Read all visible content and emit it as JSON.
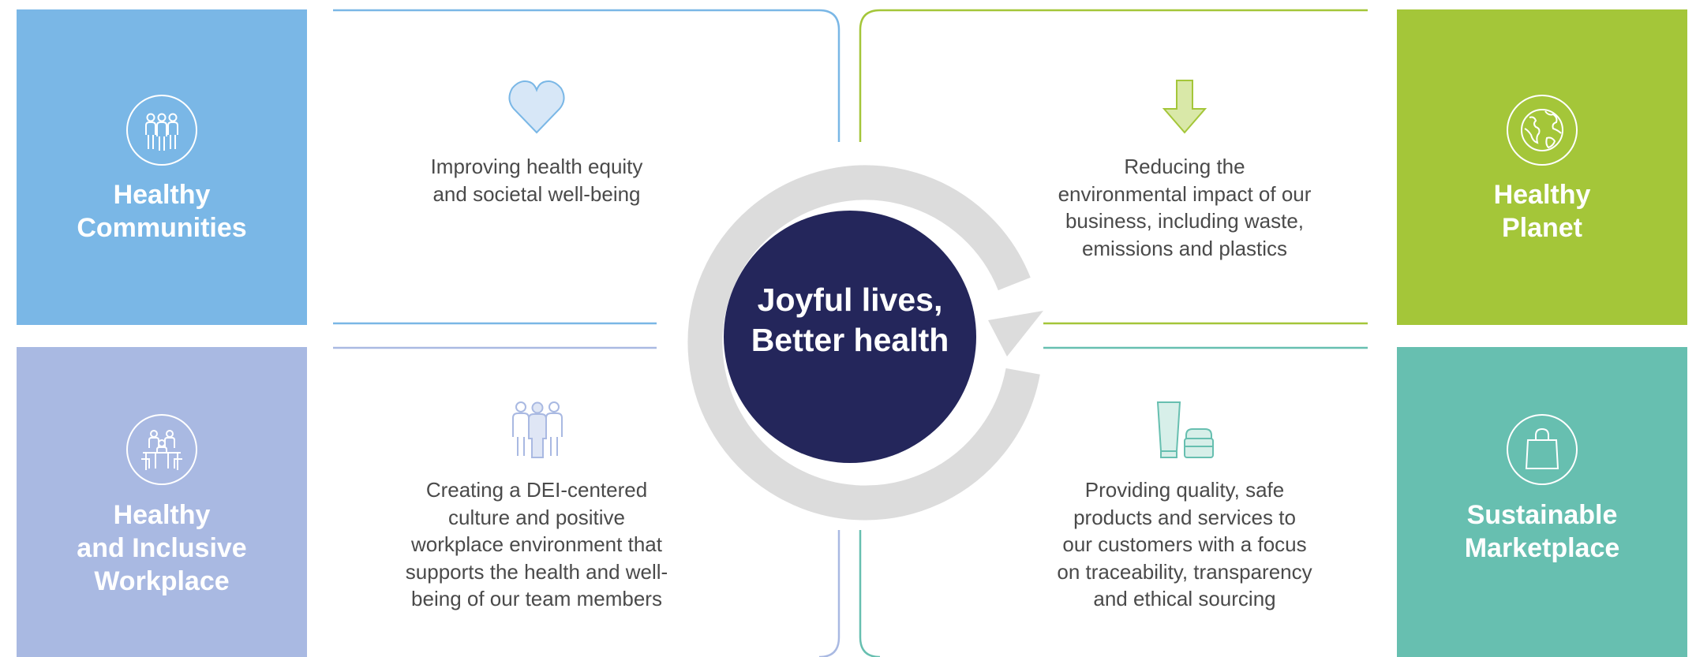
{
  "colors": {
    "communities": "#7ab7e6",
    "workplace": "#a9b9e2",
    "planet": "#a4c639",
    "marketplace": "#67bfb0",
    "center": "#24265b",
    "arrow": "#dcdcdc"
  },
  "center": {
    "line1": "Joyful lives,",
    "line2": "Better health"
  },
  "pillars": {
    "communities": {
      "icon": "community-people-icon",
      "title_line1": "Healthy",
      "title_line2": "Communities",
      "detail_icon": "heart-icon",
      "description": [
        "Improving health equity",
        "and societal well-being"
      ]
    },
    "workplace": {
      "icon": "meeting-table-icon",
      "title_line1": "Healthy",
      "title_line2": "and Inclusive",
      "title_line3": "Workplace",
      "detail_icon": "team-members-icon",
      "description": [
        "Creating a DEI-centered",
        "culture and positive",
        "workplace environment that",
        "supports the health and well-",
        "being of our team members"
      ]
    },
    "planet": {
      "icon": "globe-icon",
      "title_line1": "Healthy",
      "title_line2": "Planet",
      "detail_icon": "down-arrow-icon",
      "description": [
        "Reducing the",
        "environmental impact of our",
        "business, including waste,",
        "emissions and plastics"
      ]
    },
    "marketplace": {
      "icon": "shopping-bag-icon",
      "title_line1": "Sustainable",
      "title_line2": "Marketplace",
      "detail_icon": "cosmetics-icon",
      "description": [
        "Providing quality, safe",
        "products and services to",
        "our customers with a focus",
        "on traceability, transparency",
        "and ethical sourcing"
      ]
    }
  }
}
